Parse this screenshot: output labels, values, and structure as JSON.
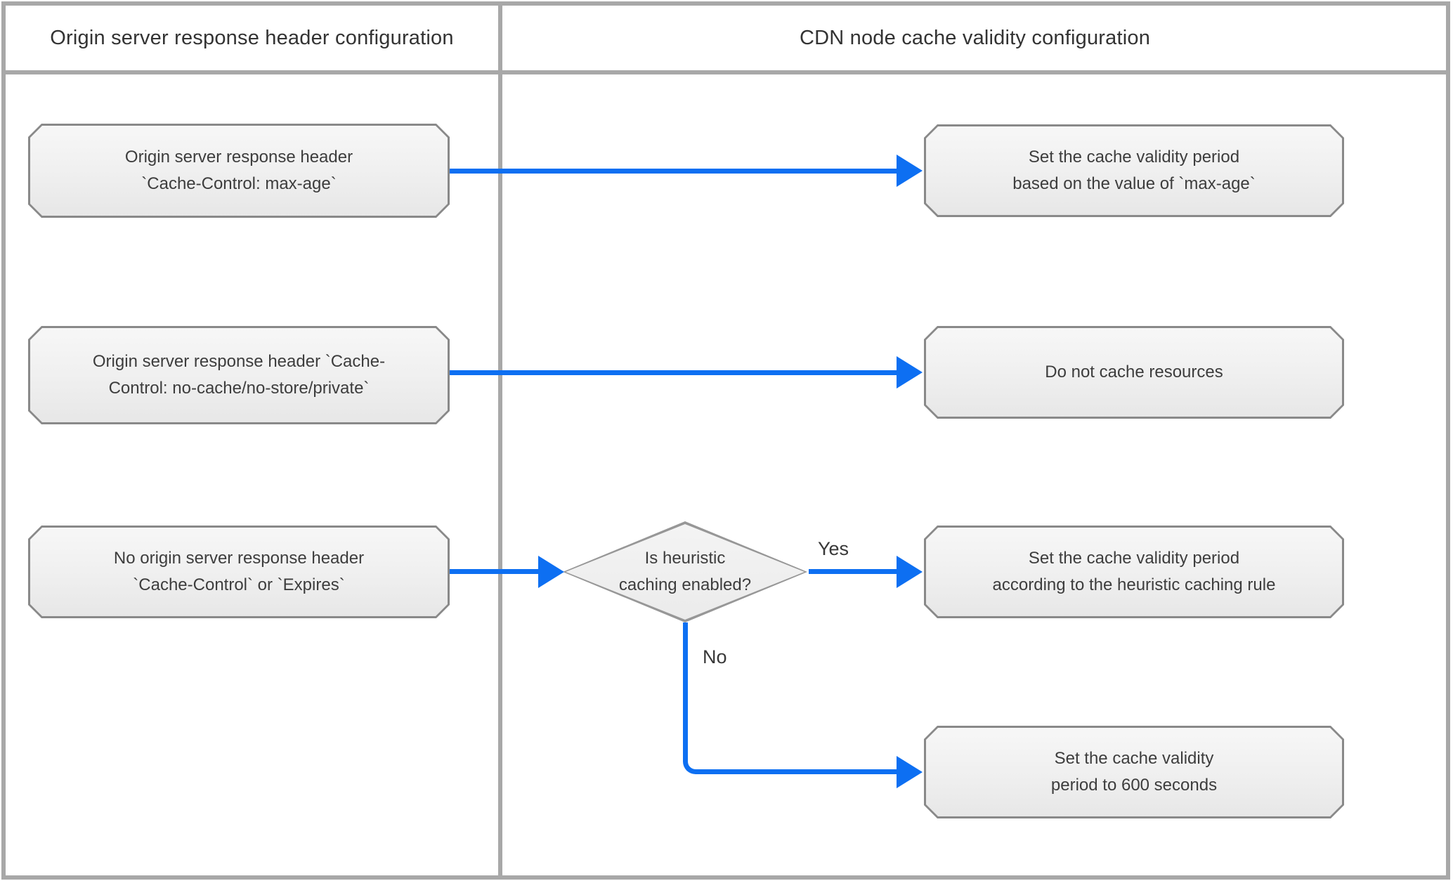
{
  "diagram": {
    "columns": {
      "left_title": "Origin server response header configuration",
      "right_title": "CDN node cache validity configuration"
    },
    "left_nodes": [
      {
        "label": "Origin server response header\n`Cache-Control: max-age`"
      },
      {
        "label": "Origin server response header `Cache-\nControl: no-cache/no-store/private`"
      },
      {
        "label": "No origin server response header\n`Cache-Control` or `Expires`"
      }
    ],
    "right_nodes": [
      {
        "label": "Set the cache validity period\nbased on the value of `max-age`"
      },
      {
        "label": "Do not cache resources"
      },
      {
        "label": "Set the cache validity period\naccording to the heuristic caching rule"
      },
      {
        "label": "Set the cache validity\nperiod to 600 seconds"
      }
    ],
    "decision": {
      "label": "Is heuristic\ncaching enabled?",
      "yes_label": "Yes",
      "no_label": "No"
    }
  },
  "colors": {
    "arrow_blue": "#0d6ff2",
    "frame_gray": "#a8a8a8",
    "node_border_gray": "#898989",
    "node_fill": "#efefef",
    "text": "#3d3d3d"
  }
}
